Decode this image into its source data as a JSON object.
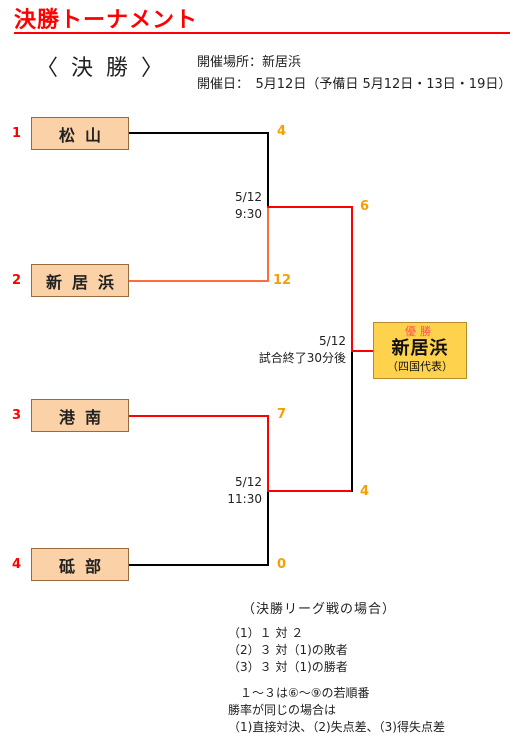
{
  "title": "決勝トーナメント",
  "subhead": "〈 決 勝 〉",
  "venue": "開催場所：新居浜",
  "date": "開催日：　5月12日（予備日 5月12日・13日・19日）",
  "teams": [
    {
      "seed": "1",
      "name": "松山",
      "score": "4"
    },
    {
      "seed": "2",
      "name": "新居浜",
      "score": "12"
    },
    {
      "seed": "3",
      "name": "港南",
      "score": "7"
    },
    {
      "seed": "4",
      "name": "砥部",
      "score": "0"
    }
  ],
  "semi1": {
    "date": "5/12",
    "time": "9:30",
    "winner_score": "6"
  },
  "semi2": {
    "date": "5/12",
    "time": "11:30",
    "winner_score": "4"
  },
  "final": {
    "date": "5/12",
    "time": "試合終了30分後"
  },
  "champion": {
    "label": "優勝",
    "name": "新居浜",
    "region": "（四国代表）"
  },
  "notes": {
    "heading": "（決勝リーグ戦の場合）",
    "rules": [
      "（1）１ 対 ２",
      "（2）３ 対（1)の敗者",
      "（3）３ 対（1)の勝者"
    ],
    "tiebreak": [
      "１～３は⑥～⑨の若順番",
      "勝率が同じの場合は",
      "（1)直接対決、（2)失点差、（3)得失点差"
    ]
  },
  "colors": {
    "title": "#ff0000",
    "team_box": "#fbd2a8",
    "champion_box": "#ffd24d",
    "winner_line": "#ff0000",
    "score": "#f5a000"
  }
}
